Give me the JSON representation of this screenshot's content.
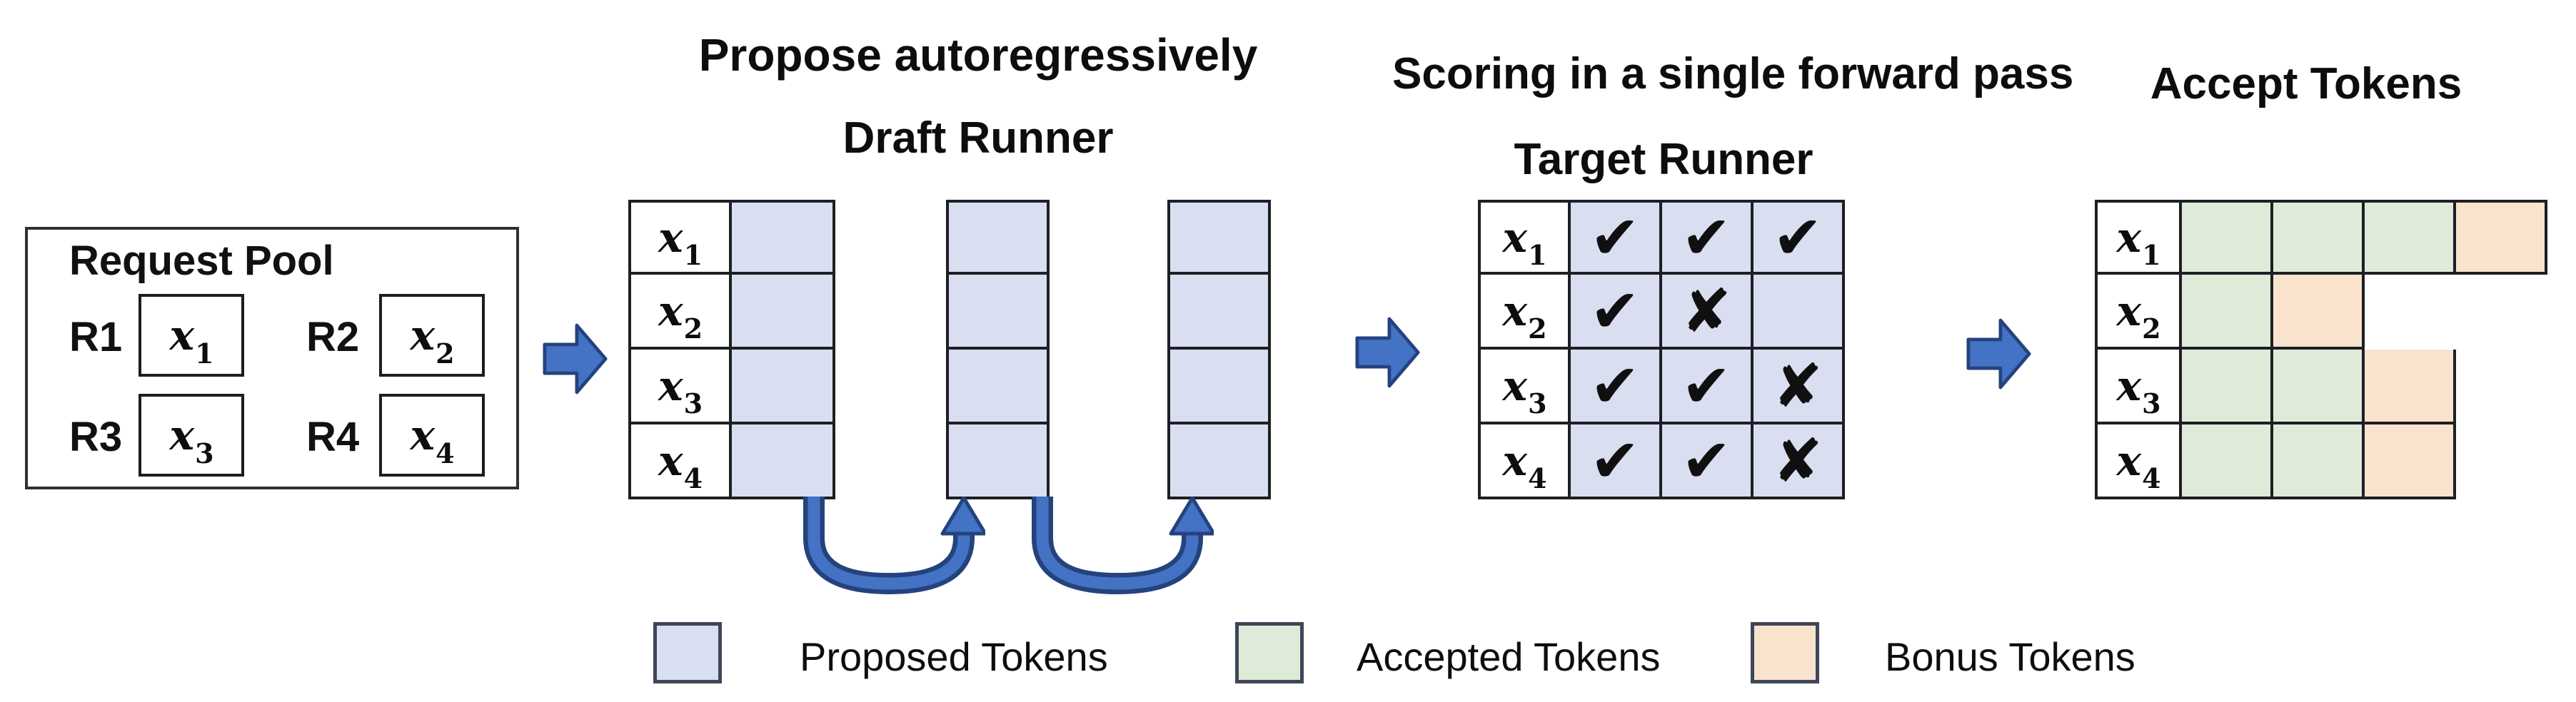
{
  "titles": {
    "propose": "Propose autoregressively",
    "draft_runner": "Draft Runner",
    "scoring": "Scoring in a single forward pass",
    "target_runner": "Target Runner",
    "accept": "Accept Tokens"
  },
  "request_pool": {
    "title": "Request Pool",
    "requests": [
      {
        "id": "R1",
        "token": {
          "base": "x",
          "sub": "1"
        }
      },
      {
        "id": "R2",
        "token": {
          "base": "x",
          "sub": "2"
        }
      },
      {
        "id": "R3",
        "token": {
          "base": "x",
          "sub": "3"
        }
      },
      {
        "id": "R4",
        "token": {
          "base": "x",
          "sub": "4"
        }
      }
    ]
  },
  "draft": {
    "row_labels": [
      {
        "base": "x",
        "sub": "1"
      },
      {
        "base": "x",
        "sub": "2"
      },
      {
        "base": "x",
        "sub": "3"
      },
      {
        "base": "x",
        "sub": "4"
      }
    ],
    "proposal_steps": 3,
    "rows": 4
  },
  "target": {
    "row_labels": [
      {
        "base": "x",
        "sub": "1"
      },
      {
        "base": "x",
        "sub": "2"
      },
      {
        "base": "x",
        "sub": "3"
      },
      {
        "base": "x",
        "sub": "4"
      }
    ],
    "marks": [
      [
        "check",
        "check",
        "check"
      ],
      [
        "check",
        "cross",
        "blank"
      ],
      [
        "check",
        "check",
        "cross"
      ],
      [
        "check",
        "check",
        "cross"
      ]
    ]
  },
  "accept": {
    "row_labels": [
      {
        "base": "x",
        "sub": "1"
      },
      {
        "base": "x",
        "sub": "2"
      },
      {
        "base": "x",
        "sub": "3"
      },
      {
        "base": "x",
        "sub": "4"
      }
    ],
    "cells": [
      [
        "accepted",
        "accepted",
        "accepted",
        "bonus"
      ],
      [
        "accepted",
        "bonus",
        "none",
        "none"
      ],
      [
        "accepted",
        "accepted",
        "bonus",
        "none"
      ],
      [
        "accepted",
        "accepted",
        "bonus",
        "none"
      ]
    ]
  },
  "legend": [
    {
      "label": "Proposed Tokens",
      "type": "proposed"
    },
    {
      "label": "Accepted Tokens",
      "type": "accepted"
    },
    {
      "label": "Bonus Tokens",
      "type": "bonus"
    }
  ],
  "icons": {
    "check": "✔",
    "cross": "✘",
    "blank": "",
    "right-block-arrow": "➡",
    "u-turn-arrow": "⮏"
  },
  "colors": {
    "proposed": "#d9def0",
    "accepted": "#dfead8",
    "bonus": "#fae3cd",
    "arrow_fill": "#4472c4",
    "arrow_stroke": "#24437e",
    "grid_border": "#1d1f24"
  }
}
